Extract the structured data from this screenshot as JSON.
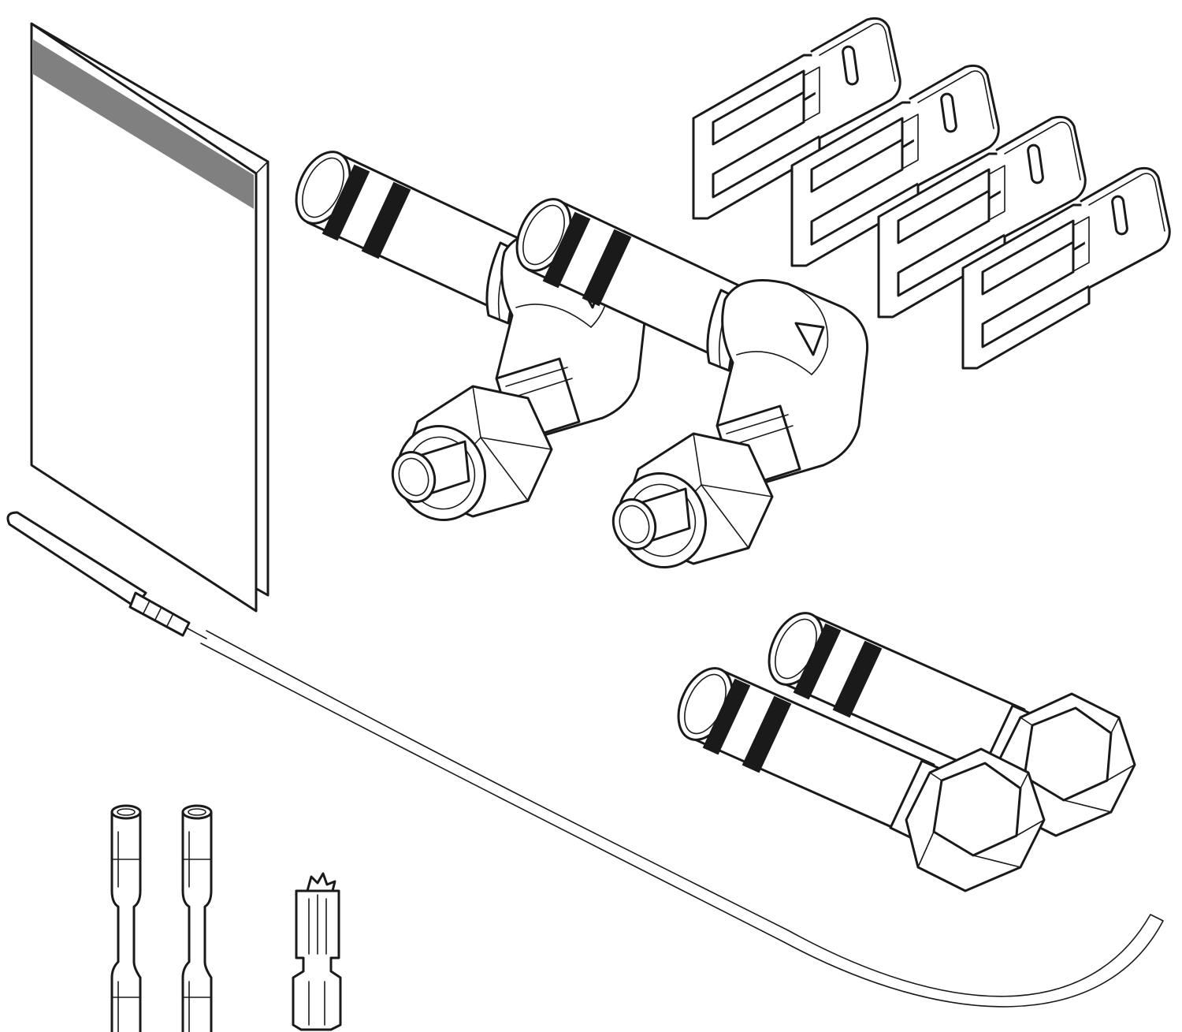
{
  "diagram": {
    "type": "parts-kit-illustration",
    "colors": {
      "line": "#1a1a1a",
      "fill": "#ffffff",
      "manual_band": "#808080",
      "seal_rings": "#1a1a1a"
    },
    "parts": [
      {
        "name": "manual-booklet",
        "icon": "booklet-icon",
        "count": 1
      },
      {
        "name": "mounting-bracket",
        "icon": "bracket-icon",
        "count": 4
      },
      {
        "name": "angle-fitting-with-compression-nut",
        "icon": "elbow-fitting-icon",
        "count": 2
      },
      {
        "name": "hex-plug",
        "icon": "hex-plug-icon",
        "count": 2
      },
      {
        "name": "temperature-probe-cable",
        "icon": "sensor-probe-icon",
        "count": 1
      },
      {
        "name": "butt-splice-connector",
        "icon": "crimp-connector-icon",
        "count": 2
      },
      {
        "name": "torx-bit",
        "icon": "torx-bit-icon",
        "count": 1
      }
    ]
  }
}
